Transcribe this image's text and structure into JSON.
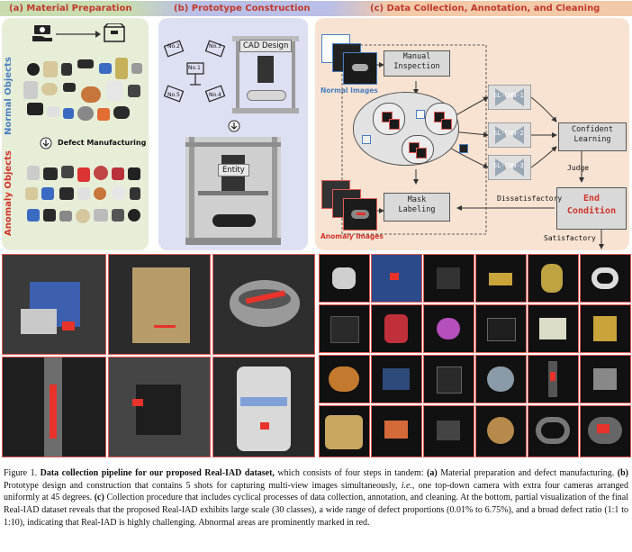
{
  "figure": {
    "section_a": {
      "title": "(a) Material Preparation",
      "normal_label": "Normal Objects",
      "defect_label": "Defect Manufacturing",
      "anomaly_label": "Anomaly Objects"
    },
    "section_b": {
      "title": "(b) Prototype Construction",
      "cam_labels": [
        "No.2",
        "No.3",
        "No.1",
        "No.5",
        "No.4"
      ],
      "cad_label": "CAD Design",
      "entity_label": "Entity"
    },
    "section_c": {
      "title": "(c) Data Collection, Annotation, and Cleaning",
      "normal_images": "Normal Images",
      "anomaly_images": "Anomaly Images",
      "manual_inspection": "Manual\nInspection",
      "mask_labeling": "Mask\nLabeling",
      "cnn1": "SL-CNN-1",
      "cnn2": "SL-CNN-2",
      "cnn3": "SL-CNN-3",
      "confident_learning": "Confident\nLearning",
      "judge": "Judge",
      "end_condition": "End\nCondition",
      "dissatisfactory": "Dissatisfactory",
      "satisfactory": "Satisfactory"
    },
    "colors": {
      "panel_a_bg": "#e7eed8",
      "panel_b_bg": "#dde0f2",
      "panel_c_bg": "#f8e3d2",
      "title_red": "#c0392b",
      "normal_blue": "#4a7fc1",
      "anomaly_red": "#d0352b",
      "mark_red": "#e8322a"
    }
  },
  "caption": {
    "prefix": "Figure 1. ",
    "bold_title": "Data collection pipeline for our proposed Real-IAD dataset,",
    "p1": " which consists of four steps in tandem: ",
    "a_tag": "(a)",
    "p2": " Material preparation and defect manufacturing. ",
    "b_tag": "(b)",
    "p3": " Prototype design and construction that contains 5 shots for capturing multi-view images simultaneously, ",
    "ie": "i.e.",
    "p4": ", one top-down camera with extra four cameras arranged uniformly at 45 degrees. ",
    "c_tag": "(c)",
    "p5": " Collection procedure that includes cyclical processes of data collection, annotation, and cleaning. At the bottom, partial visualization of the final Real-IAD dataset reveals that the proposed Real-IAD exhibits large scale (30 classes), a wide range of defect proportions (0.01% to 6.75%), and a broad defect ratio (1:1 to 1:10), indicating that Real-IAD is highly challenging. Abnormal areas are prominently marked in red."
  }
}
